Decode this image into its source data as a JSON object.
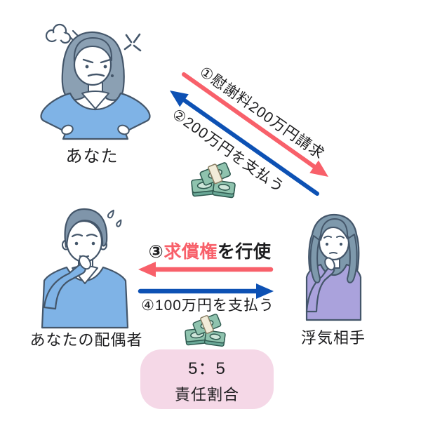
{
  "figures": {
    "you": {
      "label": "あなた",
      "mood": "angry",
      "shirt_color": "#7fb3e6",
      "hair_color": "#8ba0b3"
    },
    "spouse": {
      "label": "あなたの配偶者",
      "mood": "worried",
      "shirt_color": "#7fb3e6",
      "hair_color": "#7f95aa"
    },
    "affair_partner": {
      "label": "浮気相手",
      "mood": "worried",
      "shirt_color": "#aaa2dc",
      "hair_color": "#7e99ac"
    }
  },
  "arrows": {
    "step1": {
      "text": "①慰謝料200万円請求",
      "color": "#f8606a",
      "from": "you",
      "to": "affair_partner"
    },
    "step2": {
      "text": "②200万円を支払う",
      "color": "#0d51b4",
      "from": "affair_partner",
      "to": "you"
    },
    "step3": {
      "prefix": "③",
      "highlight": "求償権",
      "suffix": "を行使",
      "color": "#f8606a",
      "from": "affair_partner",
      "to": "spouse"
    },
    "step4": {
      "text": "④100万円を支払う",
      "color": "#0d51b4",
      "from": "spouse",
      "to": "affair_partner"
    }
  },
  "ratio_box": {
    "line1": "5：5",
    "line2": "責任割合",
    "bg_color": "#f5d8e7"
  },
  "icons": {
    "money_top": "money-stack-icon",
    "money_bottom": "money-stack-icon",
    "steam": "steam-puff-icon",
    "anger": "anger-mark-icon",
    "sweat": "sweat-drops-icon"
  },
  "colors": {
    "claim_arrow": "#f8606a",
    "pay_arrow": "#0d51b4",
    "highlight_text": "#f8606a",
    "outline": "#44566a",
    "background": "#ffffff"
  }
}
